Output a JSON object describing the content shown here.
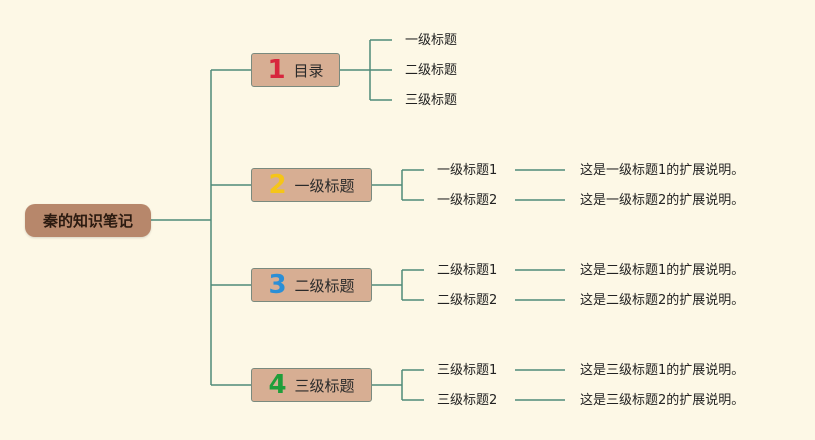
{
  "root": {
    "label": "秦的知识笔记"
  },
  "branches": [
    {
      "num": "1",
      "num_color": "#d7263d",
      "label": "目录",
      "children": [
        {
          "label": "一级标题",
          "desc": ""
        },
        {
          "label": "二级标题",
          "desc": ""
        },
        {
          "label": "三级标题",
          "desc": ""
        }
      ]
    },
    {
      "num": "2",
      "num_color": "#f5c518",
      "label": "一级标题",
      "children": [
        {
          "label": "一级标题1",
          "desc": "这是一级标题1的扩展说明。"
        },
        {
          "label": "一级标题2",
          "desc": "这是一级标题2的扩展说明。"
        }
      ]
    },
    {
      "num": "3",
      "num_color": "#2b8fd6",
      "label": "二级标题",
      "children": [
        {
          "label": "二级标题1",
          "desc": "这是二级标题1的扩展说明。"
        },
        {
          "label": "二级标题2",
          "desc": "这是二级标题2的扩展说明。"
        }
      ]
    },
    {
      "num": "4",
      "num_color": "#1f9e3a",
      "label": "三级标题",
      "children": [
        {
          "label": "三级标题1",
          "desc": "这是三级标题1的扩展说明。"
        },
        {
          "label": "三级标题2",
          "desc": "这是三级标题2的扩展说明。"
        }
      ]
    }
  ],
  "colors": {
    "line": "#4e8a78"
  }
}
